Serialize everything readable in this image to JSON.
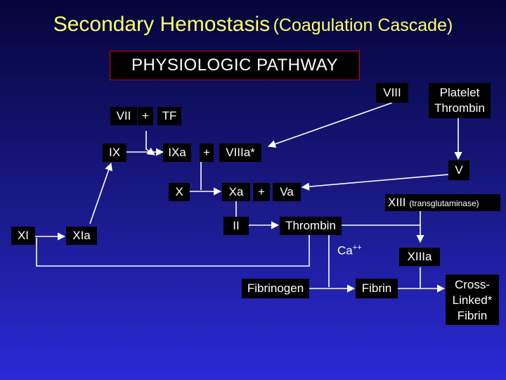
{
  "title": {
    "main": "Secondary Hemostasis",
    "sub": "(Coagulation Cascade)"
  },
  "pathway_label": "PHYSIOLOGIC  PATHWAY",
  "factors": {
    "viii": "VIII",
    "platelet_thrombin": "Platelet Thrombin",
    "vii": "VII",
    "plus": "+",
    "tf": "TF",
    "ix": "IX",
    "ixa": "IXa",
    "viiia": "VIIIa*",
    "v": "V",
    "x": "X",
    "xa": "Xa",
    "va": "Va",
    "xiii": "XIII",
    "xiii_note": "(transglutaminase)",
    "xi": "XI",
    "xia": "XIa",
    "ii": "II",
    "thrombin": "Thrombin",
    "ca": "Ca",
    "ca_charge": "++",
    "xiiia": "XIIIa",
    "fibrinogen": "Fibrinogen",
    "fibrin": "Fibrin",
    "cross_linked_fibrin": "Cross-Linked* Fibrin"
  },
  "colors": {
    "title": "#ffff66",
    "pathway_border": "#d00000",
    "line": "#ffffff",
    "box": "#000000"
  }
}
